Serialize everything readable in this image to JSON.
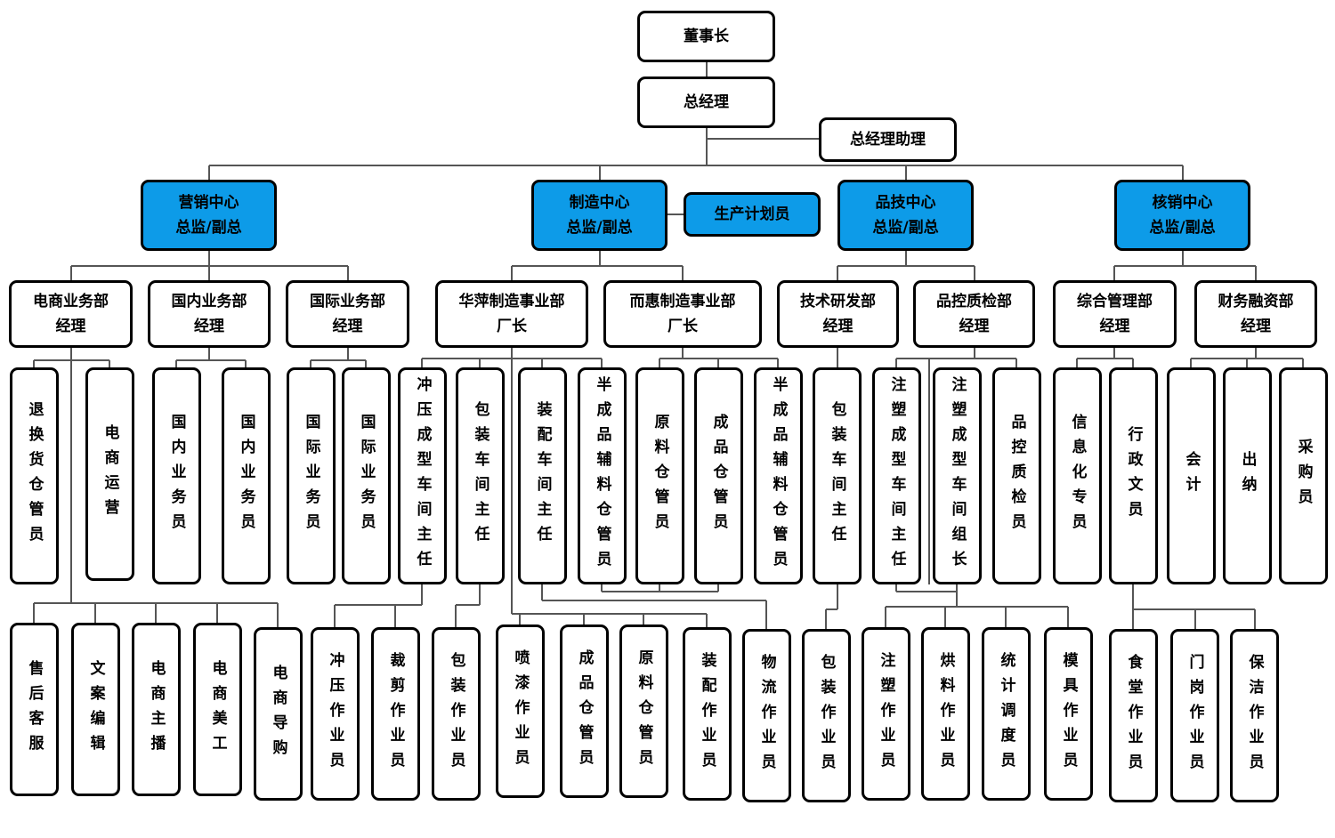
{
  "nodes": {
    "chairman": "董事长",
    "gm": "总经理",
    "gm_assistant": "总经理助理",
    "production_planner": "生产计划员",
    "centers": {
      "marketing": {
        "name": "营销中心",
        "title": "总监/副总"
      },
      "manufacturing": {
        "name": "制造中心",
        "title": "总监/副总"
      },
      "quality_tech": {
        "name": "品技中心",
        "title": "总监/副总"
      },
      "admin_finance": {
        "name": "核销中心",
        "title": "总监/副总"
      }
    },
    "departments": {
      "ecommerce": {
        "name": "电商业务部",
        "title": "经理"
      },
      "domestic": {
        "name": "国内业务部",
        "title": "经理"
      },
      "international": {
        "name": "国际业务部",
        "title": "经理"
      },
      "huaping": {
        "name": "华萍制造事业部",
        "title": "厂长"
      },
      "erhui": {
        "name": "而惠制造事业部",
        "title": "厂长"
      },
      "rnd": {
        "name": "技术研发部",
        "title": "经理"
      },
      "qc": {
        "name": "品控质检部",
        "title": "经理"
      },
      "general_mgmt": {
        "name": "综合管理部",
        "title": "经理"
      },
      "finance": {
        "name": "财务融资部",
        "title": "经理"
      }
    },
    "row3": {
      "r3_1": "退换货仓管员",
      "r3_2": "电商运营",
      "r3_3": "国内业务员",
      "r3_4": "国内业务员",
      "r3_5": "国际业务员",
      "r3_6": "国际业务员",
      "r3_7": "冲压成型车间主任",
      "r3_8": "包装车间主任",
      "r3_9": "装配车间主任",
      "r3_10": "半成品辅料仓管员",
      "r3_11": "原料仓管员",
      "r3_12": "成品仓管员",
      "r3_13": "半成品辅料仓管员",
      "r3_14": "包装车间主任",
      "r3_15": "注塑成型车间主任",
      "r3_16": "注塑成型车间组长",
      "r3_17": "品控质检员",
      "r3_18": "信息化专员",
      "r3_19": "行政文员",
      "r3_20": "会计",
      "r3_21": "出纳",
      "r3_22": "采购员"
    },
    "row4": {
      "r4_1": "售后客服",
      "r4_2": "文案编辑",
      "r4_3": "电商主播",
      "r4_4": "电商美工",
      "r4_5": "电商导购",
      "r4_6": "冲压作业员",
      "r4_7": "裁剪作业员",
      "r4_8": "包装作业员",
      "r4_9": "喷漆作业员",
      "r4_10": "成品仓管员",
      "r4_11": "原料仓管员",
      "r4_12": "装配作业员",
      "r4_13": "物流作业员",
      "r4_14": "包装作业员",
      "r4_15": "注塑作业员",
      "r4_16": "烘料作业员",
      "r4_17": "统计调度员",
      "r4_18": "模具作业员",
      "r4_19": "食堂作业员",
      "r4_20": "门岗作业员",
      "r4_21": "保洁作业员"
    }
  },
  "colors": {
    "center_fill": "#0d9be8",
    "box_fill": "#ffffff",
    "border": "#000000",
    "line": "#555555"
  }
}
